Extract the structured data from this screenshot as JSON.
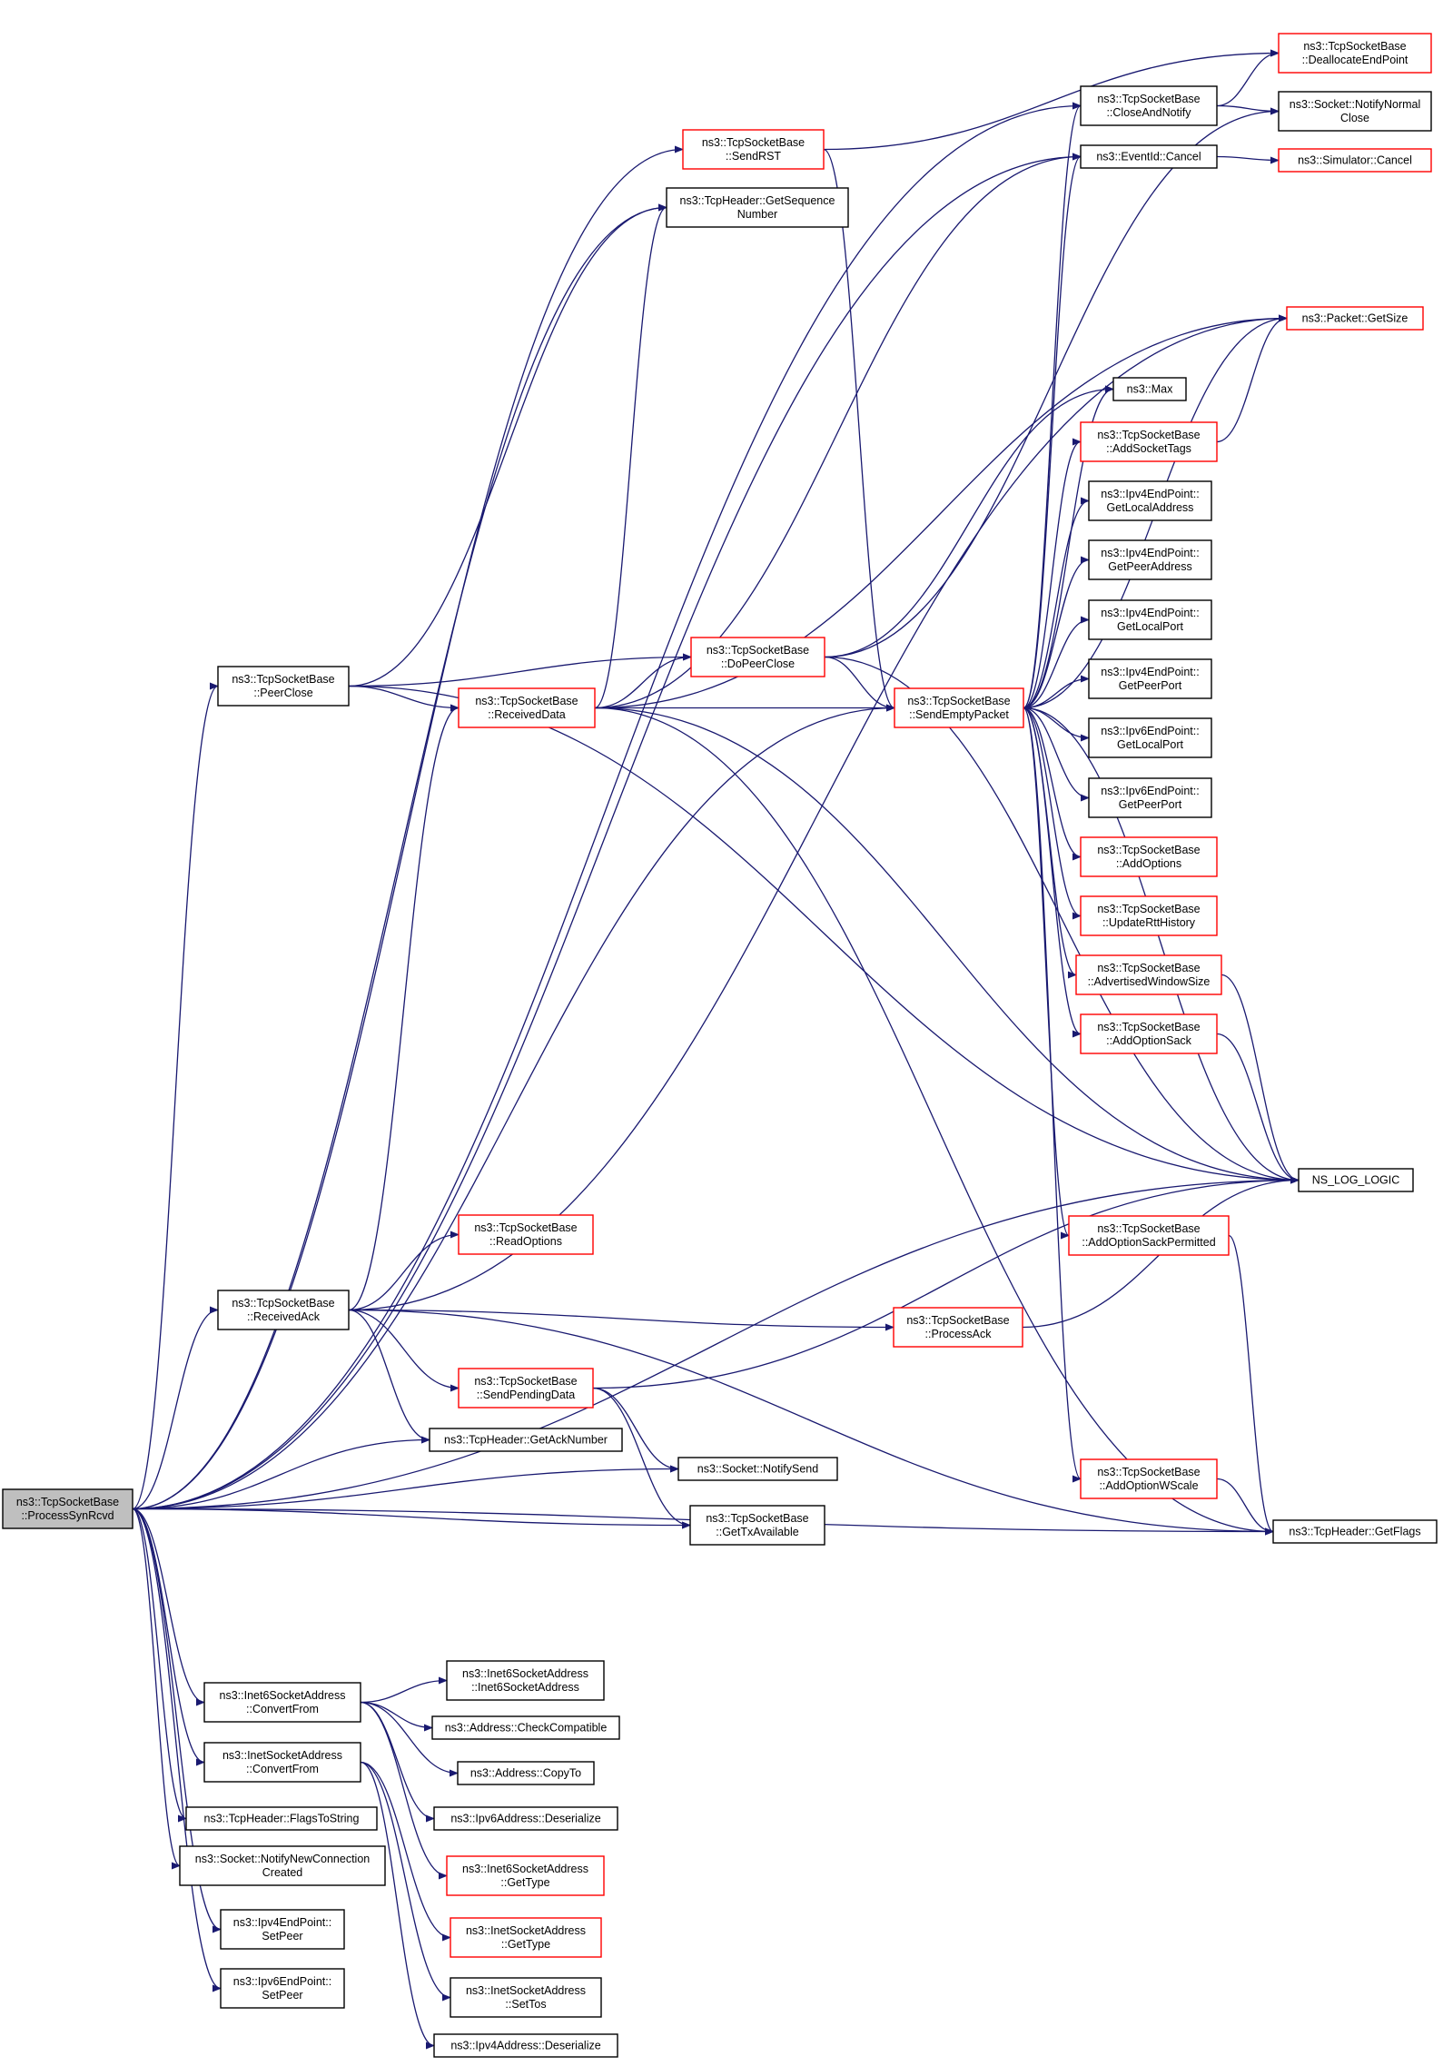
{
  "colors": {
    "edge": "#191970",
    "plain_border": "#000000",
    "link_border": "#ff0000",
    "root_fill": "#bfbfbf"
  },
  "nodes": [
    {
      "id": "processSynRcvd",
      "lines": [
        "ns3::TcpSocketBase",
        "::ProcessSynRcvd"
      ],
      "style": "root"
    },
    {
      "id": "deallocateEndPoint",
      "lines": [
        "ns3::TcpSocketBase",
        "::DeallocateEndPoint"
      ],
      "style": "red"
    },
    {
      "id": "closeAndNotify",
      "lines": [
        "ns3::TcpSocketBase",
        "::CloseAndNotify"
      ],
      "style": "plain"
    },
    {
      "id": "notifyNormalClose",
      "lines": [
        "ns3::Socket::NotifyNormal",
        "Close"
      ],
      "style": "plain"
    },
    {
      "id": "sendRST",
      "lines": [
        "ns3::TcpSocketBase",
        "::SendRST"
      ],
      "style": "red"
    },
    {
      "id": "eventCancel",
      "lines": [
        "ns3::EventId::Cancel"
      ],
      "style": "plain"
    },
    {
      "id": "simulatorCancel",
      "lines": [
        "ns3::Simulator::Cancel"
      ],
      "style": "red"
    },
    {
      "id": "getSequenceNumber",
      "lines": [
        "ns3::TcpHeader::GetSequence",
        "Number"
      ],
      "style": "plain"
    },
    {
      "id": "packetGetSize",
      "lines": [
        "ns3::Packet::GetSize"
      ],
      "style": "red"
    },
    {
      "id": "max",
      "lines": [
        "ns3::Max"
      ],
      "style": "plain"
    },
    {
      "id": "addSocketTags",
      "lines": [
        "ns3::TcpSocketBase",
        "::AddSocketTags"
      ],
      "style": "red"
    },
    {
      "id": "ipv4GetLocalAddress",
      "lines": [
        "ns3::Ipv4EndPoint::",
        "GetLocalAddress"
      ],
      "style": "plain"
    },
    {
      "id": "ipv4GetPeerAddress",
      "lines": [
        "ns3::Ipv4EndPoint::",
        "GetPeerAddress"
      ],
      "style": "plain"
    },
    {
      "id": "ipv4GetLocalPort",
      "lines": [
        "ns3::Ipv4EndPoint::",
        "GetLocalPort"
      ],
      "style": "plain"
    },
    {
      "id": "ipv4GetPeerPort",
      "lines": [
        "ns3::Ipv4EndPoint::",
        "GetPeerPort"
      ],
      "style": "plain"
    },
    {
      "id": "ipv6GetLocalPort",
      "lines": [
        "ns3::Ipv6EndPoint::",
        "GetLocalPort"
      ],
      "style": "plain"
    },
    {
      "id": "ipv6GetPeerPort",
      "lines": [
        "ns3::Ipv6EndPoint::",
        "GetPeerPort"
      ],
      "style": "plain"
    },
    {
      "id": "addOptions",
      "lines": [
        "ns3::TcpSocketBase",
        "::AddOptions"
      ],
      "style": "red"
    },
    {
      "id": "updateRttHistory",
      "lines": [
        "ns3::TcpSocketBase",
        "::UpdateRttHistory"
      ],
      "style": "red"
    },
    {
      "id": "advertisedWindowSize",
      "lines": [
        "ns3::TcpSocketBase",
        "::AdvertisedWindowSize"
      ],
      "style": "red"
    },
    {
      "id": "addOptionSack",
      "lines": [
        "ns3::TcpSocketBase",
        "::AddOptionSack"
      ],
      "style": "red"
    },
    {
      "id": "nsLogLogic",
      "lines": [
        "NS_LOG_LOGIC"
      ],
      "style": "plain"
    },
    {
      "id": "addOptionSackPermitted",
      "lines": [
        "ns3::TcpSocketBase",
        "::AddOptionSackPermitted"
      ],
      "style": "red"
    },
    {
      "id": "addOptionWScale",
      "lines": [
        "ns3::TcpSocketBase",
        "::AddOptionWScale"
      ],
      "style": "red"
    },
    {
      "id": "getFlags",
      "lines": [
        "ns3::TcpHeader::GetFlags"
      ],
      "style": "plain"
    },
    {
      "id": "doPeerClose",
      "lines": [
        "ns3::TcpSocketBase",
        "::DoPeerClose"
      ],
      "style": "red"
    },
    {
      "id": "sendEmptyPacket",
      "lines": [
        "ns3::TcpSocketBase",
        "::SendEmptyPacket"
      ],
      "style": "red"
    },
    {
      "id": "peerClose",
      "lines": [
        "ns3::TcpSocketBase",
        "::PeerClose"
      ],
      "style": "plain"
    },
    {
      "id": "receivedData",
      "lines": [
        "ns3::TcpSocketBase",
        "::ReceivedData"
      ],
      "style": "red"
    },
    {
      "id": "readOptions",
      "lines": [
        "ns3::TcpSocketBase",
        "::ReadOptions"
      ],
      "style": "red"
    },
    {
      "id": "receivedAck",
      "lines": [
        "ns3::TcpSocketBase",
        "::ReceivedAck"
      ],
      "style": "plain"
    },
    {
      "id": "processAck",
      "lines": [
        "ns3::TcpSocketBase",
        "::ProcessAck"
      ],
      "style": "red"
    },
    {
      "id": "sendPendingData",
      "lines": [
        "ns3::TcpSocketBase",
        "::SendPendingData"
      ],
      "style": "red"
    },
    {
      "id": "getAckNumber",
      "lines": [
        "ns3::TcpHeader::GetAckNumber"
      ],
      "style": "plain"
    },
    {
      "id": "notifySend",
      "lines": [
        "ns3::Socket::NotifySend"
      ],
      "style": "plain"
    },
    {
      "id": "getTxAvailable",
      "lines": [
        "ns3::TcpSocketBase",
        "::GetTxAvailable"
      ],
      "style": "plain"
    },
    {
      "id": "inet6ConvertFrom",
      "lines": [
        "ns3::Inet6SocketAddress",
        "::ConvertFrom"
      ],
      "style": "plain"
    },
    {
      "id": "inetConvertFrom",
      "lines": [
        "ns3::InetSocketAddress",
        "::ConvertFrom"
      ],
      "style": "plain"
    },
    {
      "id": "flagsToString",
      "lines": [
        "ns3::TcpHeader::FlagsToString"
      ],
      "style": "plain"
    },
    {
      "id": "notifyNewConnectionCreated",
      "lines": [
        "ns3::Socket::NotifyNewConnection",
        "Created"
      ],
      "style": "plain"
    },
    {
      "id": "ipv4SetPeer",
      "lines": [
        "ns3::Ipv4EndPoint::",
        "SetPeer"
      ],
      "style": "plain"
    },
    {
      "id": "ipv6SetPeer",
      "lines": [
        "ns3::Ipv6EndPoint::",
        "SetPeer"
      ],
      "style": "plain"
    },
    {
      "id": "inet6Ctor",
      "lines": [
        "ns3::Inet6SocketAddress",
        "::Inet6SocketAddress"
      ],
      "style": "plain"
    },
    {
      "id": "checkCompatible",
      "lines": [
        "ns3::Address::CheckCompatible"
      ],
      "style": "plain"
    },
    {
      "id": "copyTo",
      "lines": [
        "ns3::Address::CopyTo"
      ],
      "style": "plain"
    },
    {
      "id": "ipv6Deserialize",
      "lines": [
        "ns3::Ipv6Address::Deserialize"
      ],
      "style": "plain"
    },
    {
      "id": "inet6GetType",
      "lines": [
        "ns3::Inet6SocketAddress",
        "::GetType"
      ],
      "style": "red"
    },
    {
      "id": "inetGetType",
      "lines": [
        "ns3::InetSocketAddress",
        "::GetType"
      ],
      "style": "red"
    },
    {
      "id": "inetSetTos",
      "lines": [
        "ns3::InetSocketAddress",
        "::SetTos"
      ],
      "style": "plain"
    },
    {
      "id": "ipv4Deserialize",
      "lines": [
        "ns3::Ipv4Address::Deserialize"
      ],
      "style": "plain"
    }
  ],
  "edges": [
    [
      "processSynRcvd",
      "closeAndNotify"
    ],
    [
      "processSynRcvd",
      "sendRST"
    ],
    [
      "processSynRcvd",
      "eventCancel"
    ],
    [
      "processSynRcvd",
      "getSequenceNumber"
    ],
    [
      "processSynRcvd",
      "peerClose"
    ],
    [
      "processSynRcvd",
      "sendEmptyPacket"
    ],
    [
      "processSynRcvd",
      "receivedAck"
    ],
    [
      "processSynRcvd",
      "getAckNumber"
    ],
    [
      "processSynRcvd",
      "notifySend"
    ],
    [
      "processSynRcvd",
      "getTxAvailable"
    ],
    [
      "processSynRcvd",
      "nsLogLogic"
    ],
    [
      "processSynRcvd",
      "getFlags"
    ],
    [
      "processSynRcvd",
      "inet6ConvertFrom"
    ],
    [
      "processSynRcvd",
      "inetConvertFrom"
    ],
    [
      "processSynRcvd",
      "flagsToString"
    ],
    [
      "processSynRcvd",
      "notifyNewConnectionCreated"
    ],
    [
      "processSynRcvd",
      "ipv4SetPeer"
    ],
    [
      "processSynRcvd",
      "ipv6SetPeer"
    ],
    [
      "closeAndNotify",
      "deallocateEndPoint"
    ],
    [
      "closeAndNotify",
      "notifyNormalClose"
    ],
    [
      "sendRST",
      "deallocateEndPoint"
    ],
    [
      "sendRST",
      "sendEmptyPacket"
    ],
    [
      "eventCancel",
      "simulatorCancel"
    ],
    [
      "addSocketTags",
      "packetGetSize"
    ],
    [
      "peerClose",
      "getSequenceNumber"
    ],
    [
      "peerClose",
      "doPeerClose"
    ],
    [
      "peerClose",
      "receivedData"
    ],
    [
      "peerClose",
      "nsLogLogic"
    ],
    [
      "receivedData",
      "getSequenceNumber"
    ],
    [
      "receivedData",
      "packetGetSize"
    ],
    [
      "receivedData",
      "doPeerClose"
    ],
    [
      "receivedData",
      "sendEmptyPacket"
    ],
    [
      "receivedData",
      "eventCancel"
    ],
    [
      "receivedData",
      "nsLogLogic"
    ],
    [
      "receivedData",
      "getFlags"
    ],
    [
      "doPeerClose",
      "max"
    ],
    [
      "doPeerClose",
      "notifyNormalClose"
    ],
    [
      "doPeerClose",
      "sendEmptyPacket"
    ],
    [
      "doPeerClose",
      "nsLogLogic"
    ],
    [
      "sendEmptyPacket",
      "closeAndNotify"
    ],
    [
      "sendEmptyPacket",
      "eventCancel"
    ],
    [
      "sendEmptyPacket",
      "packetGetSize"
    ],
    [
      "sendEmptyPacket",
      "max"
    ],
    [
      "sendEmptyPacket",
      "addSocketTags"
    ],
    [
      "sendEmptyPacket",
      "ipv4GetLocalAddress"
    ],
    [
      "sendEmptyPacket",
      "ipv4GetPeerAddress"
    ],
    [
      "sendEmptyPacket",
      "ipv4GetLocalPort"
    ],
    [
      "sendEmptyPacket",
      "ipv4GetPeerPort"
    ],
    [
      "sendEmptyPacket",
      "ipv6GetLocalPort"
    ],
    [
      "sendEmptyPacket",
      "ipv6GetPeerPort"
    ],
    [
      "sendEmptyPacket",
      "addOptions"
    ],
    [
      "sendEmptyPacket",
      "updateRttHistory"
    ],
    [
      "sendEmptyPacket",
      "advertisedWindowSize"
    ],
    [
      "sendEmptyPacket",
      "addOptionSack"
    ],
    [
      "sendEmptyPacket",
      "nsLogLogic"
    ],
    [
      "sendEmptyPacket",
      "addOptionSackPermitted"
    ],
    [
      "sendEmptyPacket",
      "addOptionWScale"
    ],
    [
      "advertisedWindowSize",
      "nsLogLogic"
    ],
    [
      "addOptionSack",
      "nsLogLogic"
    ],
    [
      "addOptionSackPermitted",
      "getFlags"
    ],
    [
      "addOptionWScale",
      "getFlags"
    ],
    [
      "receivedAck",
      "receivedData"
    ],
    [
      "receivedAck",
      "packetGetSize"
    ],
    [
      "receivedAck",
      "readOptions"
    ],
    [
      "receivedAck",
      "processAck"
    ],
    [
      "receivedAck",
      "sendPendingData"
    ],
    [
      "receivedAck",
      "getAckNumber"
    ],
    [
      "receivedAck",
      "getFlags"
    ],
    [
      "processAck",
      "nsLogLogic"
    ],
    [
      "sendPendingData",
      "nsLogLogic"
    ],
    [
      "sendPendingData",
      "notifySend"
    ],
    [
      "sendPendingData",
      "getTxAvailable"
    ],
    [
      "inet6ConvertFrom",
      "inet6Ctor"
    ],
    [
      "inet6ConvertFrom",
      "checkCompatible"
    ],
    [
      "inet6ConvertFrom",
      "copyTo"
    ],
    [
      "inet6ConvertFrom",
      "ipv6Deserialize"
    ],
    [
      "inet6ConvertFrom",
      "inet6GetType"
    ],
    [
      "inetConvertFrom",
      "inetGetType"
    ],
    [
      "inetConvertFrom",
      "inetSetTos"
    ],
    [
      "inetConvertFrom",
      "ipv4Deserialize"
    ]
  ]
}
